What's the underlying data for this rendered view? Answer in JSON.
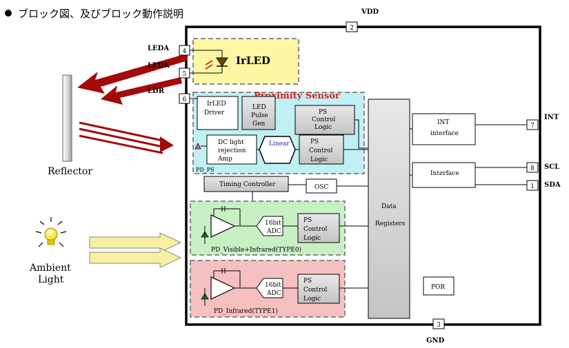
{
  "title": "ブロック図、及びブロック動作説明",
  "pins": {
    "vdd": {
      "label": "VDD",
      "num": "2"
    },
    "gnd": {
      "label": "GND",
      "num": "3"
    },
    "leda": {
      "label": "LEDA",
      "num": "4"
    },
    "ledk": {
      "label": "LEDK",
      "num": "5"
    },
    "ldr": {
      "label": "LDR",
      "num": "6"
    },
    "int": {
      "label": "INT",
      "num": "7"
    },
    "scl": {
      "label": "SCL",
      "num": "8"
    },
    "sda": {
      "label": "SDA",
      "num": "1"
    }
  },
  "left": {
    "reflector": "Reflector",
    "ambient_line1": "Ambient",
    "ambient_line2": "Light"
  },
  "irled": {
    "label": "IrLED"
  },
  "proximity": {
    "title": "Proximity Sensor",
    "irled_driver": [
      "IrLED",
      "Driver"
    ],
    "led_pulse": [
      "LED",
      "Pulse",
      "Gen"
    ],
    "ps_logic_top": [
      "PS",
      "Control",
      "Logic"
    ],
    "dc_amp": [
      "DC light",
      "rejection",
      "Amp"
    ],
    "linear": "Linear",
    "ps_logic_bottom": [
      "PS",
      "Control",
      "Logic"
    ],
    "pd_label": "PD_PS"
  },
  "timing": "Timing Controller",
  "osc": "OSC",
  "data_registers": [
    "Data",
    "Registers"
  ],
  "int_interface": [
    "INT",
    "interface"
  ],
  "interface": "Interface",
  "por": "POR",
  "type0": {
    "adc": [
      "16bit",
      "ADC"
    ],
    "logic": [
      "PS",
      "Control",
      "Logic"
    ],
    "label": "PD_Visible+Infrared(TYPE0)"
  },
  "type1": {
    "adc": [
      "16bit",
      "ADC"
    ],
    "logic": [
      "PS",
      "Control",
      "Logic"
    ],
    "label": "PD_Infrared(TYPE1)"
  },
  "colors": {
    "irled_fill": "#fdf6a3",
    "proximity_fill": "#bff0f4",
    "type0_fill": "#c8f0c4",
    "type1_fill": "#f5c0bf",
    "arrow_red": "#a30a0a",
    "arrow_yellow": "#f7f0a0"
  }
}
